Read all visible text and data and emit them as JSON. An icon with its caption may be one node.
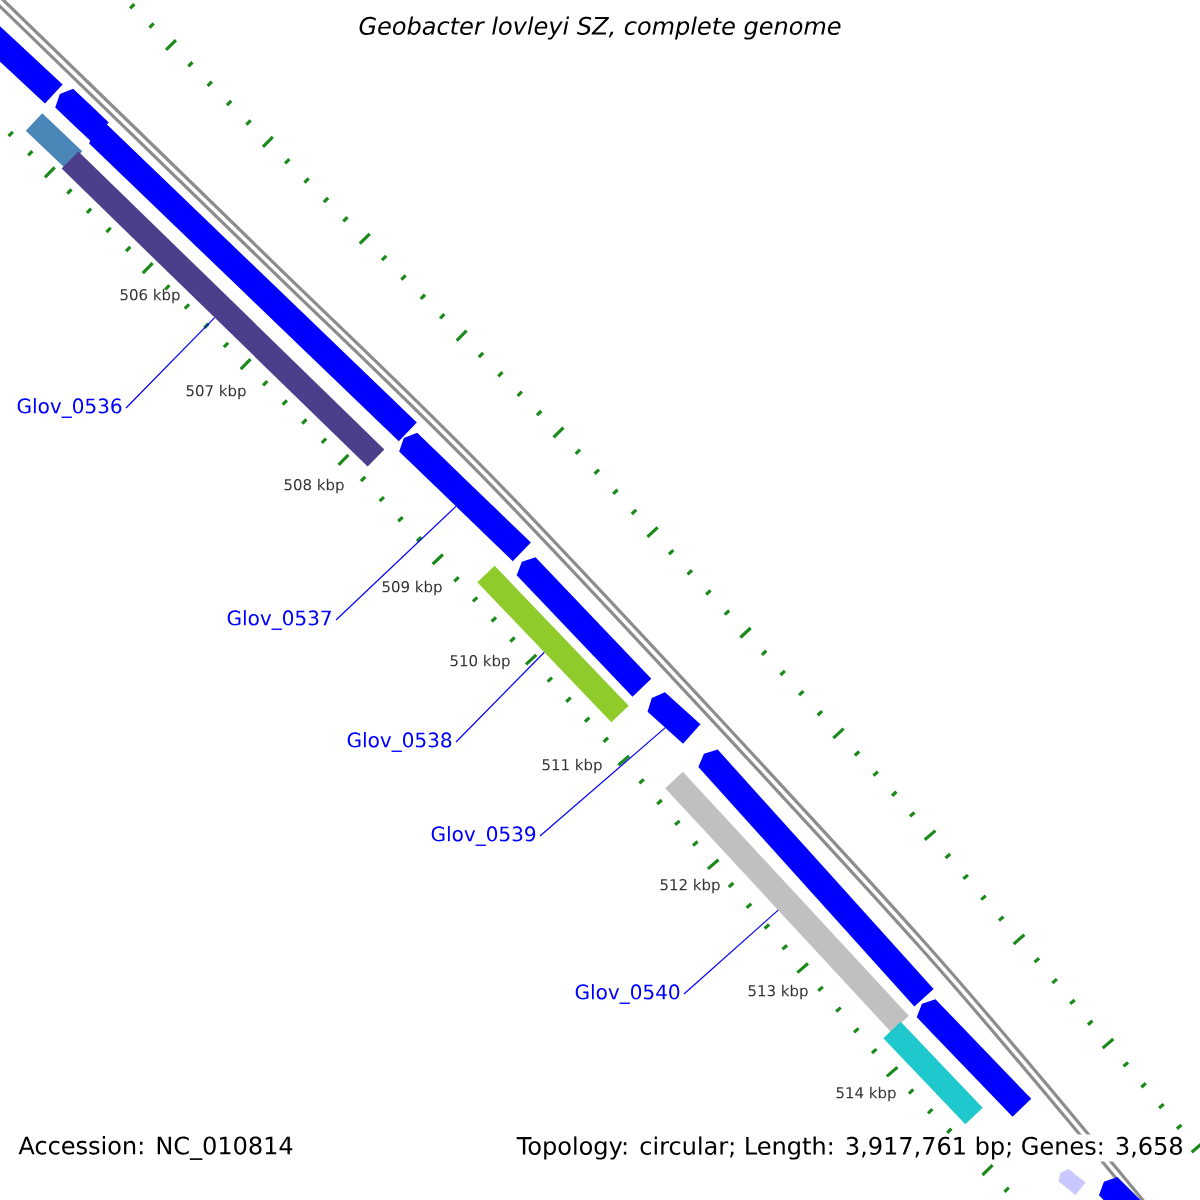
{
  "diagram": {
    "title": "Geobacter lovleyi SZ, complete genome",
    "nodes": [
      {
        "text": [
          "Glov_0536"
        ]
      },
      {
        "text": [
          "Glov_0537"
        ]
      },
      {
        "text": [
          "Glov_0538"
        ]
      },
      {
        "text": [
          "Glov_0539"
        ]
      },
      {
        "text": [
          "Glov_0540"
        ]
      },
      {
        "text": [],
        "shape": "pentagon"
      },
      {
        "text": [],
        "shape": "pentagon"
      },
      {
        "text": [],
        "shape": "bar"
      },
      {
        "text": [],
        "shape": "pentagon"
      },
      {
        "text": [],
        "shape": "bar"
      },
      {
        "text": [],
        "shape": "pentagon"
      },
      {
        "text": [],
        "shape": "bar"
      },
      {
        "text": [],
        "shape": "pentagon"
      },
      {
        "text": [],
        "shape": "pentagon"
      },
      {
        "text": [],
        "shape": "bar"
      },
      {
        "text": [],
        "shape": "pentagon"
      },
      {
        "text": [],
        "shape": "bar"
      },
      {
        "text": [],
        "shape": "pentagon"
      },
      {
        "text": [],
        "shape": "pentagon"
      },
      {
        "text": [],
        "shape": "pentagon"
      }
    ],
    "edges": [
      {
        "from": 0,
        "to": 9,
        "arrow": "none"
      },
      {
        "from": 1,
        "to": 10,
        "arrow": "none"
      },
      {
        "from": 2,
        "to": 11,
        "arrow": "none"
      },
      {
        "from": 3,
        "to": 13,
        "arrow": "none"
      },
      {
        "from": 4,
        "to": 14,
        "arrow": "none"
      }
    ],
    "labels": [
      "506 kbp",
      "507 kbp",
      "508 kbp",
      "509 kbp",
      "510 kbp",
      "511 kbp",
      "512 kbp",
      "513 kbp",
      "514 kbp",
      "Accession: NC_010814",
      "Topology: circular; Length: 3,917,761 bp; Genes: 3,658"
    ]
  }
}
